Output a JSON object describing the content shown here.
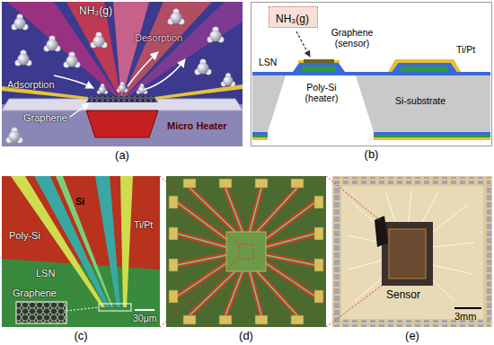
{
  "diagram": {
    "nodes": [
      {
        "text": [
          "(a)"
        ]
      },
      {
        "text": [
          "(b)"
        ]
      },
      {
        "text": [
          "NH₃(g)"
        ],
        "in": 1
      },
      {
        "text": [
          "(c)"
        ]
      },
      {
        "text": [
          "(d)"
        ]
      },
      {
        "text": [
          "(e)"
        ]
      }
    ],
    "labels": [
      "NH₃(g)",
      "Adsorption",
      "Desorption",
      "Graphene",
      "Micro Heater",
      "Graphene (sensor)",
      "LSN",
      "Ti/Pt",
      "Poly-Si (heater)",
      "Si-substrate",
      "Si",
      "Poly-Si",
      "Ti/Pt",
      "LSN",
      "Graphene",
      "30μm",
      "Sensor",
      "3mm"
    ]
  }
}
